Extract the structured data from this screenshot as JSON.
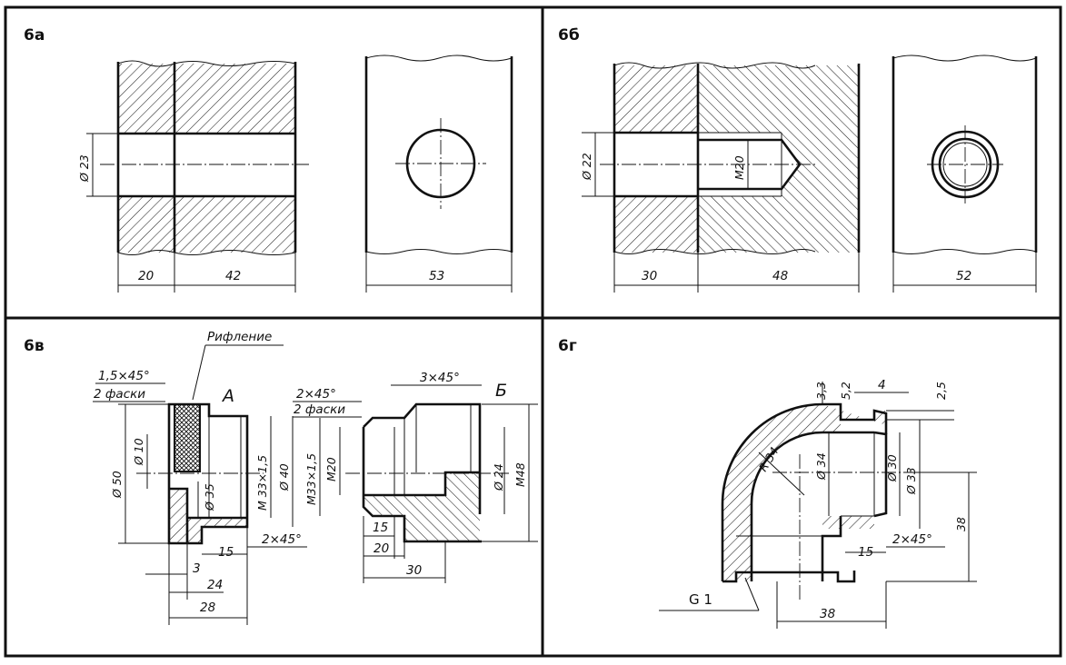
{
  "panels": {
    "a": {
      "label": "6а",
      "dims": {
        "dia": "Ø 23",
        "left": "20",
        "right": "42",
        "side": "53"
      }
    },
    "b": {
      "label": "6б",
      "dims": {
        "dia": "Ø 22",
        "thread": "M20",
        "left": "30",
        "right": "48",
        "side": "52"
      }
    },
    "v": {
      "label": "6в",
      "caption_knurl": "Рифление",
      "view_a": "А",
      "view_b": "Б",
      "dims_a": {
        "chamfer": "1,5×45°",
        "chamfer_count": "2 фаски",
        "d50": "Ø 50",
        "d10": "Ø 10",
        "d35": "Ø 35",
        "thread": "M 33×1,5",
        "d40": "Ø 40",
        "chamfer2": "2×45°",
        "l15": "15",
        "l3": "3",
        "l24": "24",
        "l28": "28"
      },
      "dims_b": {
        "chamfer": "2×45°",
        "chamfer_count": "2 фаски",
        "chamfer_top": "3×45°",
        "thread1": "M33×1,5",
        "thread2": "M20",
        "d24": "Ø 24",
        "m48": "M48",
        "l15": "15",
        "l20": "20",
        "l30": "30"
      }
    },
    "g": {
      "label": "6г",
      "dims": {
        "d33_top": "3,3",
        "d52": "5,2",
        "d4": "4",
        "d25": "2,5",
        "r34": "R 34",
        "d34": "Ø 34",
        "d30": "Ø 30",
        "d33": "Ø 33",
        "l38v": "38",
        "chamfer": "2×45°",
        "l15": "15",
        "l38h": "38",
        "thread": "G 1"
      }
    }
  }
}
